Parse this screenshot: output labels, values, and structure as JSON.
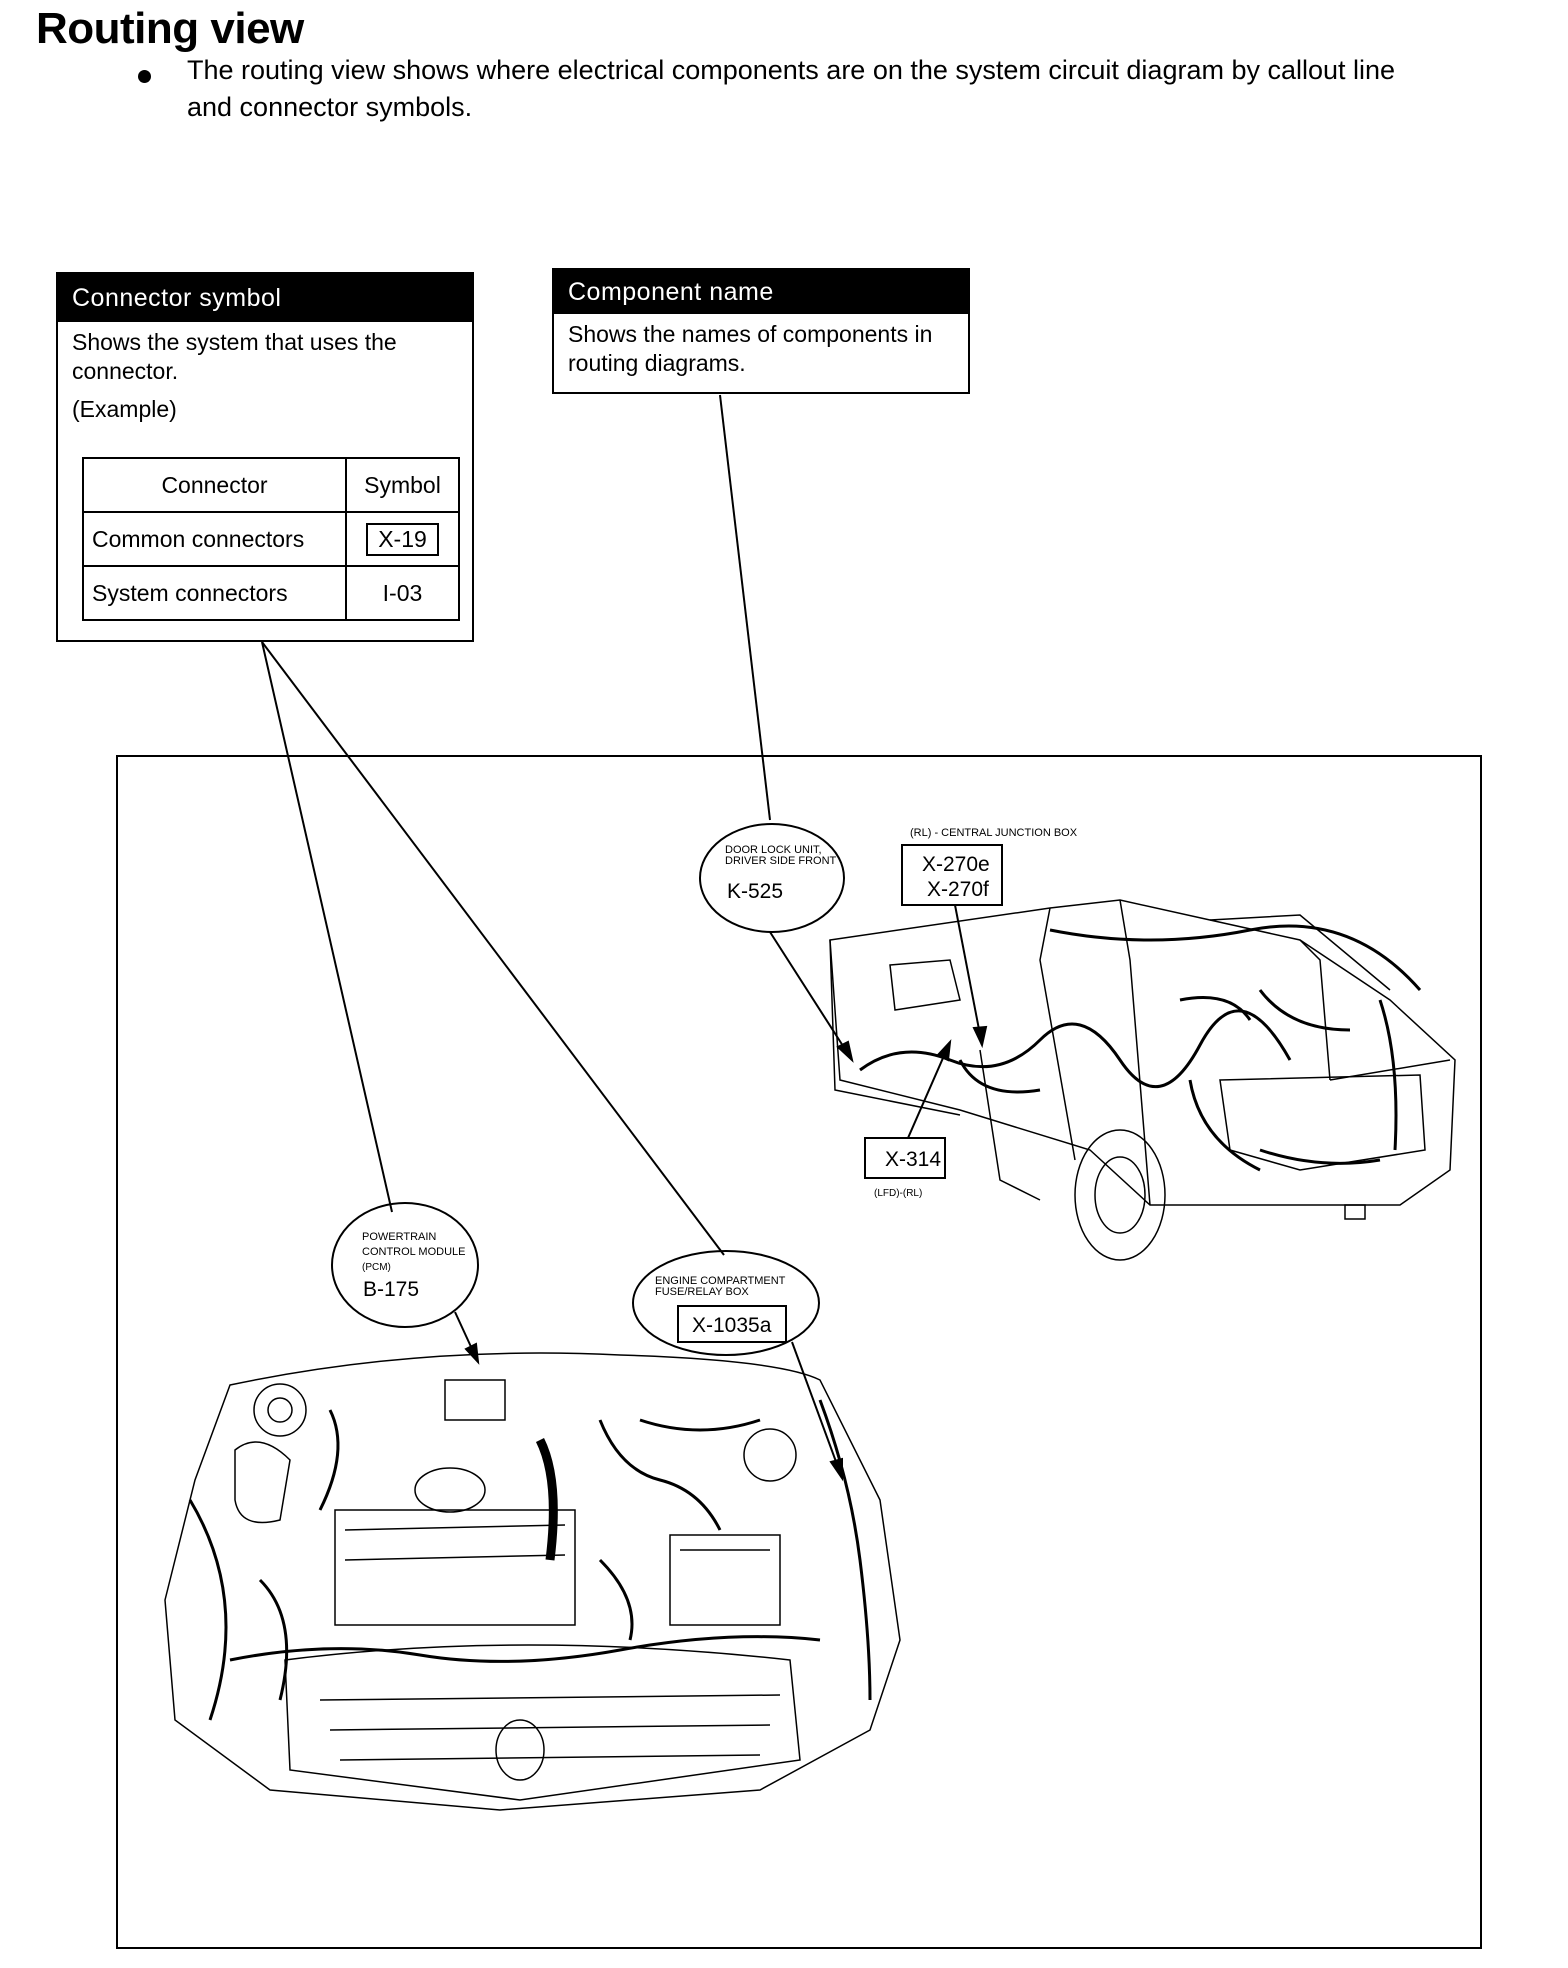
{
  "title": "Routing view",
  "intro_text": "The routing view  shows where electrical components are on the system circuit diagram by callout line and connector symbols.",
  "connector_symbol_box": {
    "header": "Connector symbol",
    "description": "Shows the system that uses the connector.",
    "example_label": "(Example)",
    "table": {
      "headers": [
        "Connector",
        "Symbol"
      ],
      "rows": [
        {
          "connector": "Common connectors",
          "symbol": "X-19"
        },
        {
          "connector": "System connectors",
          "symbol": "I-03"
        }
      ]
    }
  },
  "component_name_box": {
    "header": "Component name",
    "description": "Shows the names of components in routing diagrams."
  },
  "callouts": {
    "door_lock": {
      "name_line1": "DOOR LOCK UNIT,",
      "name_line2": "DRIVER SIDE FRONT",
      "code": "K-525"
    },
    "junction_box": {
      "name": "(RL) - CENTRAL JUNCTION BOX",
      "code1": "X-270e",
      "code2": "X-270f"
    },
    "x314": {
      "code": "X-314",
      "sub": "(LFD)-(RL)"
    },
    "pcm": {
      "name_line1": "POWERTRAIN",
      "name_line2": "CONTROL MODULE",
      "name_line3": "(PCM)",
      "code": "B-175"
    },
    "fuse_box": {
      "name_line1": "ENGINE COMPARTMENT",
      "name_line2": "FUSE/RELAY BOX",
      "code": "X-1035a"
    }
  }
}
